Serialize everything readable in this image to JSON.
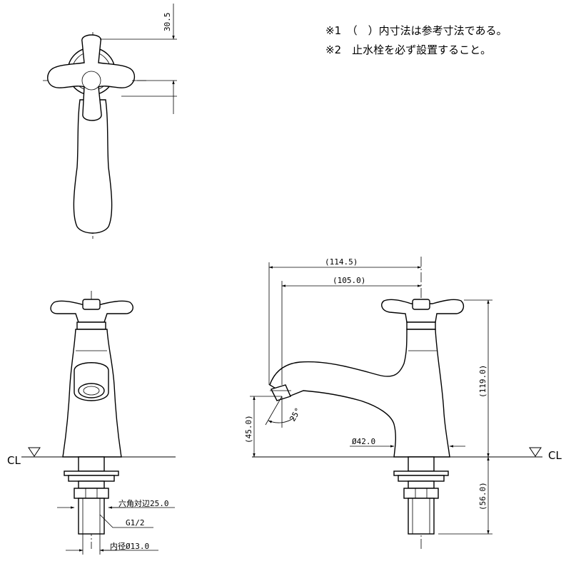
{
  "notes": [
    "※1　（　）内寸法は参考寸法である。",
    "※2　止水栓を必ず設置すること。"
  ],
  "top_view": {
    "dim_handle_offset": "30.5"
  },
  "front_view": {
    "cl_label": "CL",
    "hex_label": "六角対辺25.0",
    "thread_label": "G1/2",
    "bore_label": "内径Ø13.0"
  },
  "side_view": {
    "cl_label": "CL",
    "dim_overall_length": "(114.5)",
    "dim_spout_reach": "(105.0)",
    "dim_height": "(119.0)",
    "dim_spout_height": "(45.0)",
    "dim_shank_length": "(56.0)",
    "dim_base_dia": "Ø42.0",
    "dim_spout_angle": "25°"
  }
}
